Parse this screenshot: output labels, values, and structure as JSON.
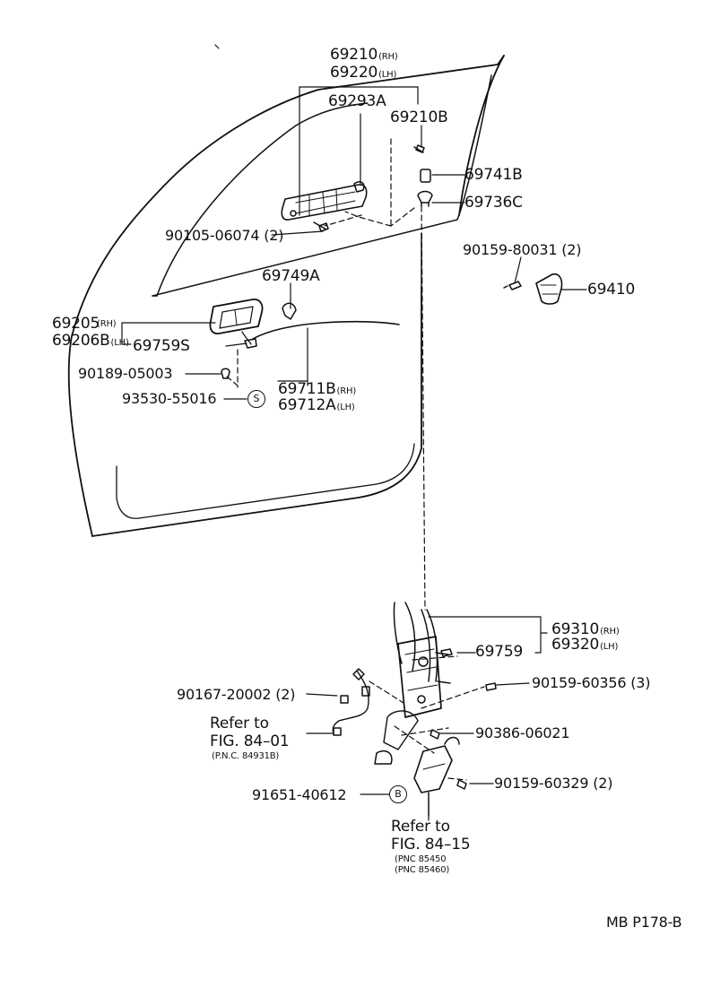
{
  "parts": {
    "p69210": "69210",
    "p69210_sfx": "(RH)",
    "p69220": "69220",
    "p69220_sfx": "(LH)",
    "p69293A": "69293A",
    "p69210B": "69210B",
    "p69741B": "69741B",
    "p69736C": "69736C",
    "p90105": "90105-06074 (2)",
    "p90159_80031": "90159-80031 (2)",
    "p69410": "69410",
    "p69749A": "69749A",
    "p69205": "69205",
    "p69205_sfx": "(RH)",
    "p69206B": "69206B",
    "p69206B_sfx": "(LH)",
    "p69759S": "69759S",
    "p90189": "90189-05003",
    "p93530": "93530-55016",
    "p69711B": "69711B",
    "p69711B_sfx": "(RH)",
    "p69712A": "69712A",
    "p69712A_sfx": "(LH)",
    "p69310": "69310",
    "p69310_sfx": "(RH)",
    "p69320": "69320",
    "p69320_sfx": "(LH)",
    "p69759": "69759",
    "p90167": "90167-20002 (2)",
    "p90159_60356": "90159-60356 (3)",
    "p90386": "90386-06021",
    "p91651": "91651-40612",
    "p90159_60329": "90159-60329 (2)"
  },
  "refs": {
    "refer1": "Refer to",
    "fig1": "FIG. 84–01",
    "pnc1": "(P.N.C. 84931B)",
    "refer2": "Refer to",
    "fig2": "FIG. 84–15",
    "pnc2a": "(PNC 85450",
    "pnc2b": "(PNC 85460)"
  },
  "symbols": {
    "s": "S",
    "b": "B"
  },
  "footer": {
    "code": "MB P178-B"
  },
  "colors": {
    "ink": "#111111",
    "paper": "#ffffff"
  }
}
